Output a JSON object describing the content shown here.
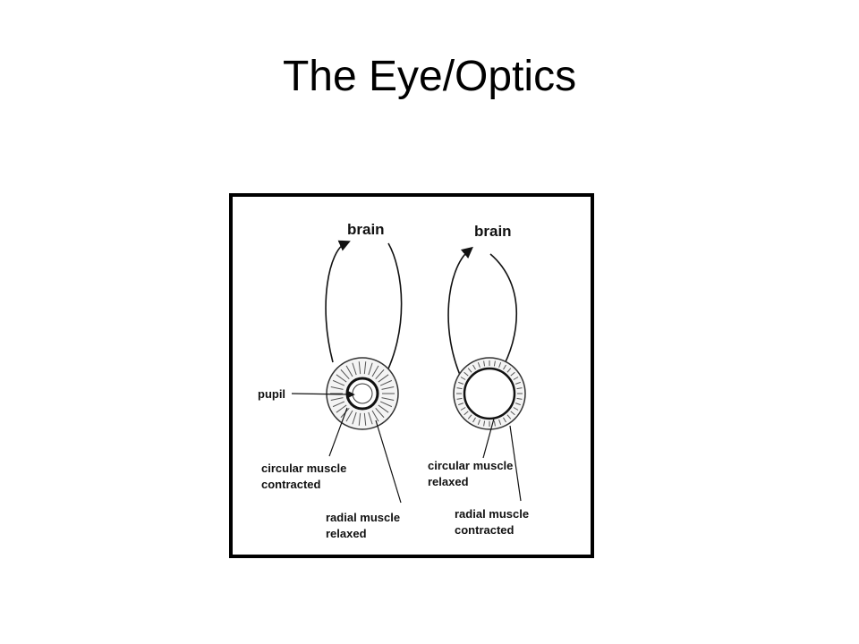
{
  "slide": {
    "title": "The Eye/Optics"
  },
  "diagram": {
    "left_eye": {
      "top_label": "brain",
      "pupil_label": "pupil",
      "circular_line1": "circular muscle",
      "circular_line2": "contracted",
      "radial_line1": "radial muscle",
      "radial_line2": "relaxed"
    },
    "right_eye": {
      "top_label": "brain",
      "circular_line1": "circular muscle",
      "circular_line2": "relaxed",
      "radial_line1": "radial muscle",
      "radial_line2": "contracted"
    }
  }
}
